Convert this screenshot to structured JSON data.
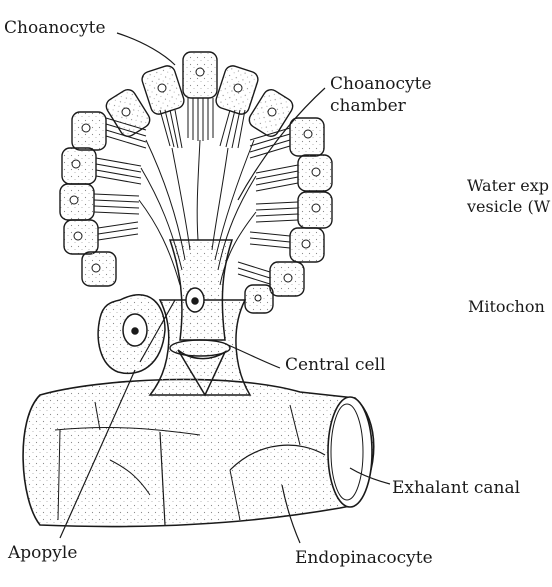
{
  "labels": {
    "choanocyte": "Choanocyte",
    "choanocyte_chamber_line1": "Choanocyte",
    "choanocyte_chamber_line2": "chamber",
    "water_expulsion_line1": "Water exp",
    "water_expulsion_line2": "vesicle (W",
    "mitochondria": "Mitochon",
    "central_cell": "Central cell",
    "exhalant_canal": "Exhalant canal",
    "apopyle": "Apopyle",
    "endopinacocyte": "Endopinacocyte"
  },
  "colors": {
    "ink": "#1a1a1a",
    "stipple": "#9a9a9a",
    "paper": "#ffffff"
  }
}
